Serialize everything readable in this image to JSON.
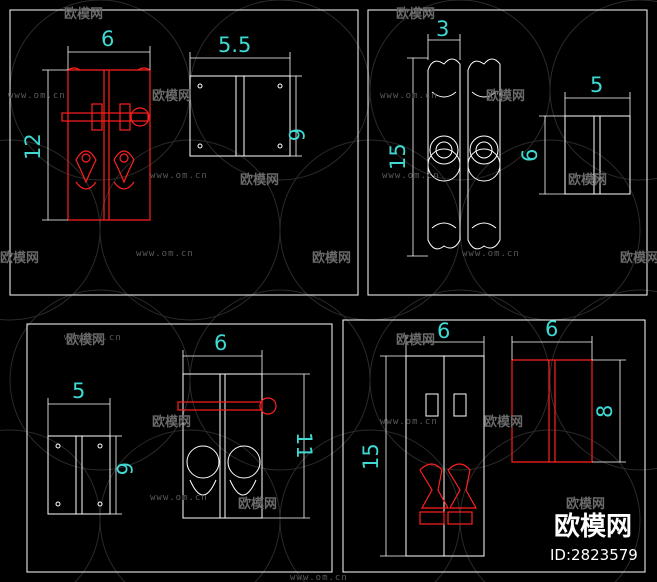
{
  "drawing": {
    "background": "#000000",
    "line_color": "#ffffff",
    "accent_color": "#ff2020",
    "dimension_color": "#3fd9d4"
  },
  "panels": {
    "top_left": {
      "width_dim": "6",
      "height_dim": "12",
      "hinge_width_dim": "5.5",
      "hinge_height_dim": "6"
    },
    "top_right": {
      "width_dim": "3",
      "height_dim": "15",
      "hinge_width_dim": "5",
      "hinge_height_dim": "6"
    },
    "bottom_left": {
      "hinge_width_dim": "5",
      "hinge_height_dim": "6",
      "width_dim": "6",
      "height_dim": "11"
    },
    "bottom_right": {
      "width_dim": "6",
      "height_dim": "15",
      "hinge_width_dim": "6",
      "hinge_height_dim": "8"
    }
  },
  "watermark": {
    "brand": "欧模网",
    "url": "www.om.cn",
    "id_label": "ID:2823579"
  }
}
